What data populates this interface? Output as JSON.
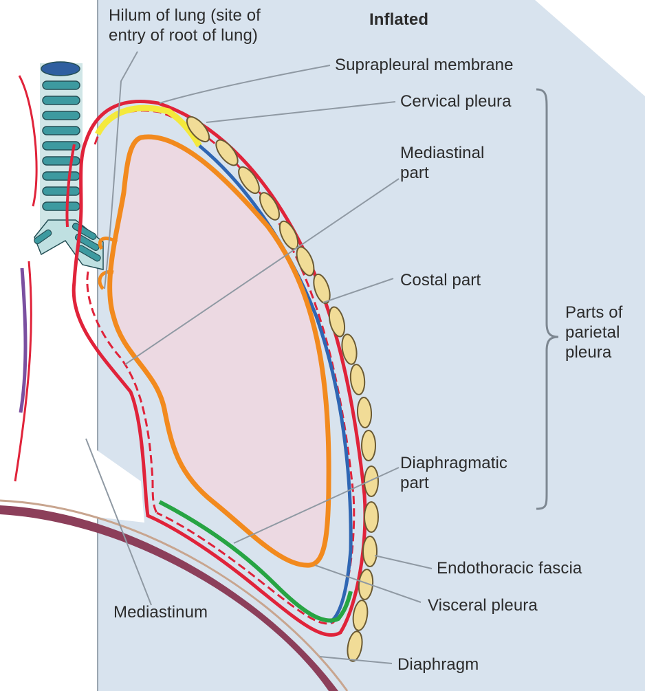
{
  "heading": "Inflated",
  "labels": {
    "hilum": "Hilum of lung (site of entry of root of lung)",
    "suprapleural": "Suprapleural membrane",
    "cervical": "Cervical pleura",
    "mediastinal_part": "Mediastinal part",
    "costal_part": "Costal part",
    "parietal_group": "Parts of parietal pleura",
    "diaphragmatic_part": "Diaphragmatic part",
    "endothoracic": "Endothoracic fascia",
    "visceral": "Visceral pleura",
    "mediastinum": "Mediastinum",
    "diaphragm": "Diaphragm"
  },
  "colors": {
    "panel_bg": "#d8e3ee",
    "lung_fill": "#ecd9e2",
    "parietal_red": "#e0233a",
    "cervical_yellow": "#f4e93c",
    "visceral_blue": "#2f66b3",
    "lung_orange": "#f28a1e",
    "diaphragmatic_green": "#27a443",
    "rib_fill": "#f1dc97",
    "diaphragm_muscle": "#8c3f5a",
    "trachea_teal": "#3d9aa0",
    "leader_gray": "#8f99a3",
    "text": "#2b2b2b"
  },
  "icons": {
    "ribs": "rib-cross-section-icon",
    "trachea": "trachea-icon",
    "brace": "curly-brace-icon"
  }
}
